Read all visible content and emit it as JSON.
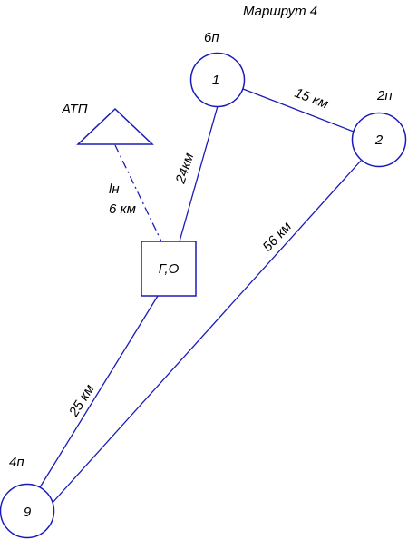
{
  "title": "Маршрут 4",
  "colors": {
    "line": "#1a1ab8",
    "text": "#000000",
    "background": "#ffffff"
  },
  "depot": {
    "label": "АТП"
  },
  "hub": {
    "label": "Г,О"
  },
  "nodes": [
    {
      "id": "1",
      "label": "1",
      "tag": "6п"
    },
    {
      "id": "2",
      "label": "2",
      "tag": "2п"
    },
    {
      "id": "9",
      "label": "9",
      "tag": "4п"
    }
  ],
  "edges": [
    {
      "from": "depot",
      "to": "hub",
      "label_line1": "lн",
      "label_line2": "6 км",
      "style": "dashdot"
    },
    {
      "from": "hub",
      "to": "1",
      "label": "24км"
    },
    {
      "from": "1",
      "to": "2",
      "label": "15 км"
    },
    {
      "from": "2",
      "to": "9",
      "label": "56 км"
    },
    {
      "from": "hub",
      "to": "9",
      "label": "25 км"
    }
  ]
}
